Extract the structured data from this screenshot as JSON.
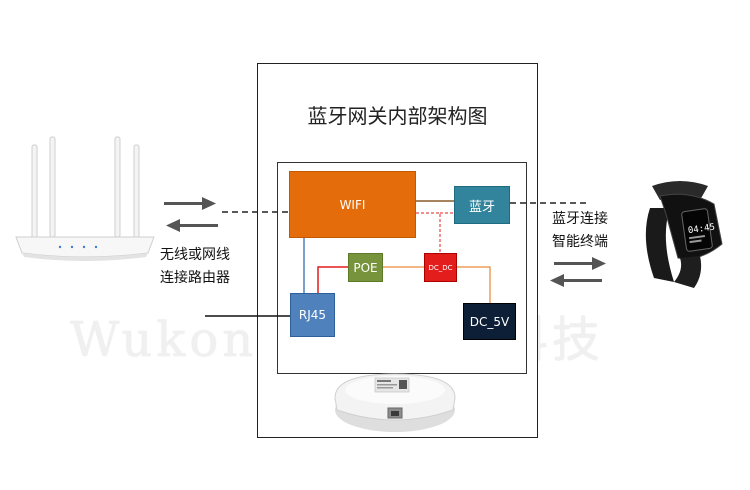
{
  "diagram": {
    "title": "蓝牙网关内部架构图",
    "modules": {
      "wifi": "WIFI",
      "bluetooth": "蓝牙",
      "poe": "POE",
      "dcdc": "DC_DC",
      "rj45": "RJ45",
      "dc5v": "DC_5V"
    },
    "router_label": [
      "无线或网线",
      "连接路由器"
    ],
    "band_label": [
      "蓝牙连接",
      "智能终端"
    ],
    "watermark": "Wukong智控健康科技",
    "smartband_time": "04:45"
  },
  "colors": {
    "wifi": "#e46c0a",
    "bluetooth": "#31849b",
    "poe": "#77933c",
    "dcdc": "#e31c1c",
    "rj45": "#4f81bd",
    "dc5v": "#0d1f36"
  }
}
